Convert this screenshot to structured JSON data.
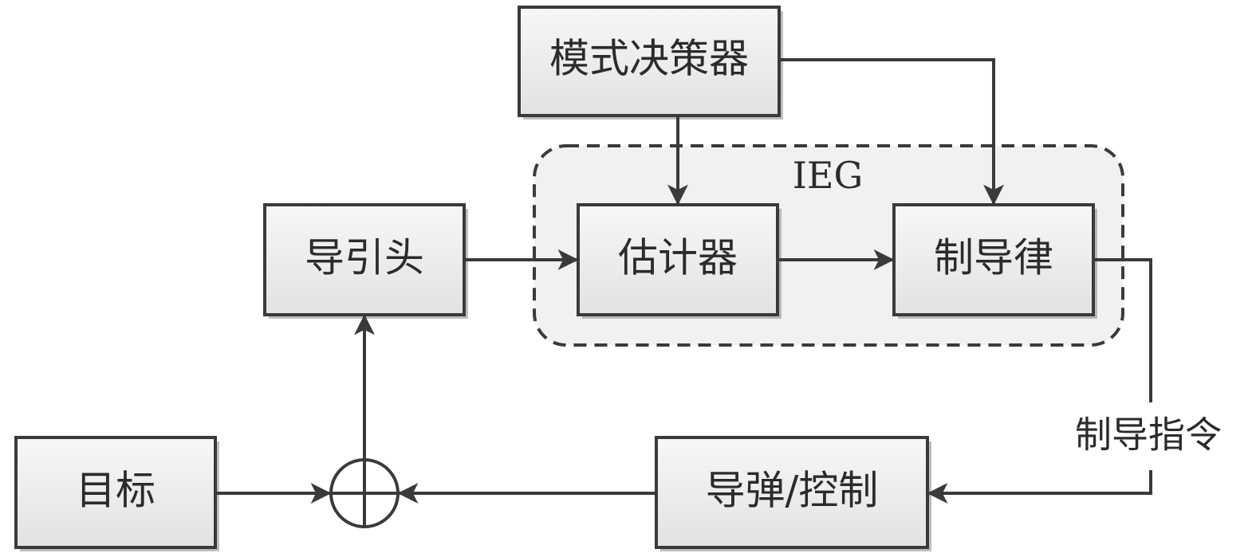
{
  "blocks": {
    "mode_decider": "模式决策器",
    "seeker": "导引头",
    "estimator": "估计器",
    "guidance_law": "制导律",
    "target": "目标",
    "missile_control": "导弹/控制"
  },
  "region": {
    "label": "IEG"
  },
  "edges": {
    "guidance_command": "制导指令"
  }
}
